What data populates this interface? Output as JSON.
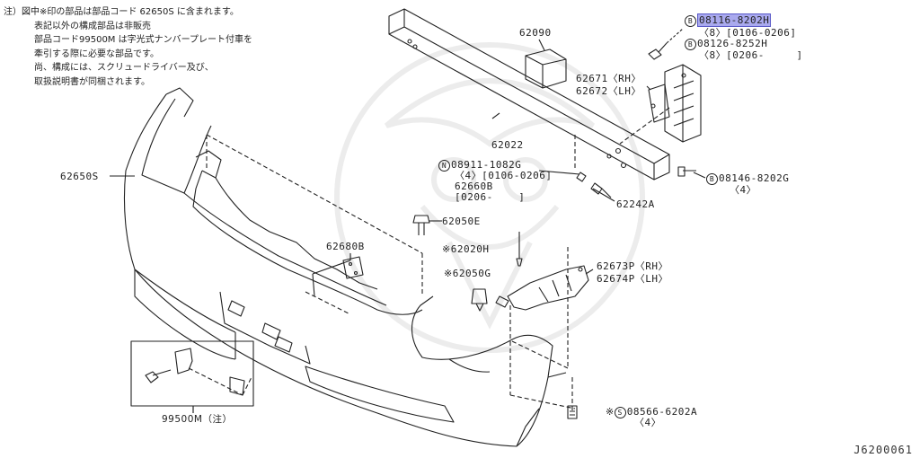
{
  "note": {
    "lines": [
      "注）図中※印の部品は部品コード 62650S に含まれます。",
      "表記以外の構成部品は非販売",
      "部品コード99500M は字光式ナンバープレート付車を",
      "牽引する際に必要な部品です。",
      "尚、構成には、スクリュードライバー及び、",
      "取扱説明書が同梱されます。"
    ]
  },
  "parts": {
    "p62090": "62090",
    "p62022": "62022",
    "p62650S": "62650S",
    "p62671": "62671〈RH〉",
    "p62672": "62672〈LH〉",
    "p08116": "08116-8202H",
    "p08116_sub": "〈8〉[0106-0206]",
    "p08126": "08126-8252H",
    "p08126_sub": "〈8〉[0206-     ]",
    "p08911": "08911-1082G",
    "p08911_sub": "〈4〉[0106-0206]",
    "p62660B": "62660B",
    "p62660B_sub": "[0206-    ]",
    "p08146": "08146-8202G",
    "p08146_sub": "〈4〉",
    "p62242A": "62242A",
    "p62050E": "62050E",
    "p62680B": "62680B",
    "p62020H": "62020H",
    "p62050G": "62050G",
    "p62673P": "62673P〈RH〉",
    "p62674P": "62674P〈LH〉",
    "p08566": "08566-6202A",
    "p08566_sub": "〈4〉",
    "p99500M": "99500M（注）"
  },
  "markers": {
    "bolt_b": "B",
    "nut_n": "N",
    "screw_s": "S",
    "asterisk": "※"
  },
  "diagram_code": "J6200061",
  "colors": {
    "line": "#222222",
    "highlight": "#a9a9ee",
    "watermark": "#ececec"
  }
}
